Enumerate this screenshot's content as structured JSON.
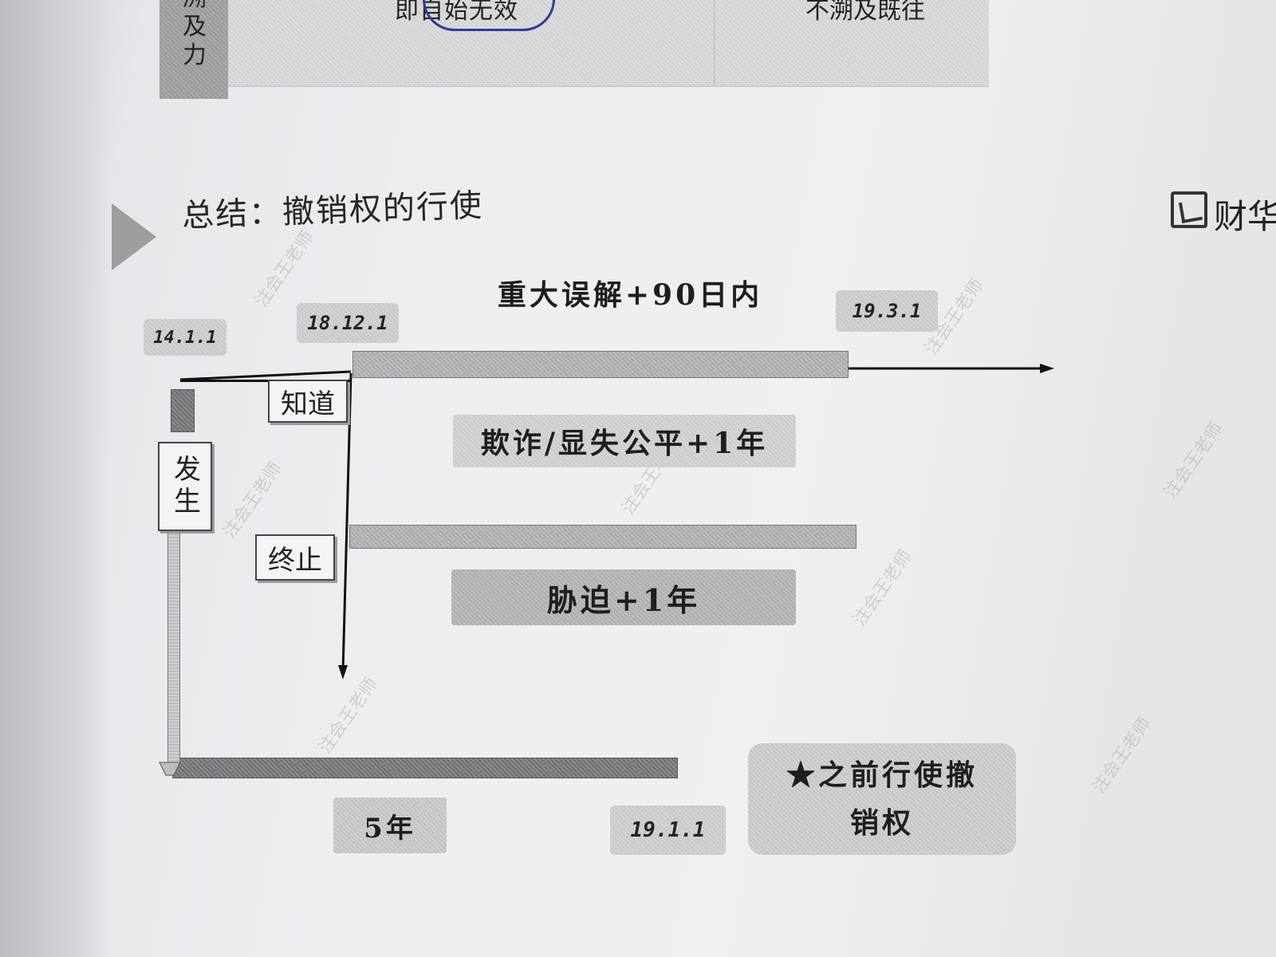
{
  "previous_table": {
    "left_cell": "溯及力",
    "middle_cell": "即自始无效",
    "right_cell": "不溯及既往"
  },
  "heading": {
    "title": "总结：撤销权的行使",
    "corner_label": "财华"
  },
  "diagram": {
    "date_start": "14.1.1",
    "date_know": "18.12.1",
    "date_major_error_end": "19.3.1",
    "date_five_year_end": "19.1.1",
    "label_major_error": "重大误解+90日内",
    "label_fraud": "欺诈/显失公平+1年",
    "label_duress": "胁迫+1年",
    "label_five_years": "5年",
    "box_know": "知道",
    "box_terminate": "终止",
    "box_occur": "发生",
    "note_star": "★之前行使撤销权"
  },
  "watermarks": [
    "注会王老师",
    "注会王老师",
    "注会王老师",
    "注会王老师",
    "注会王老师",
    "注会王老师",
    "注会王老师",
    "注会王老师"
  ]
}
